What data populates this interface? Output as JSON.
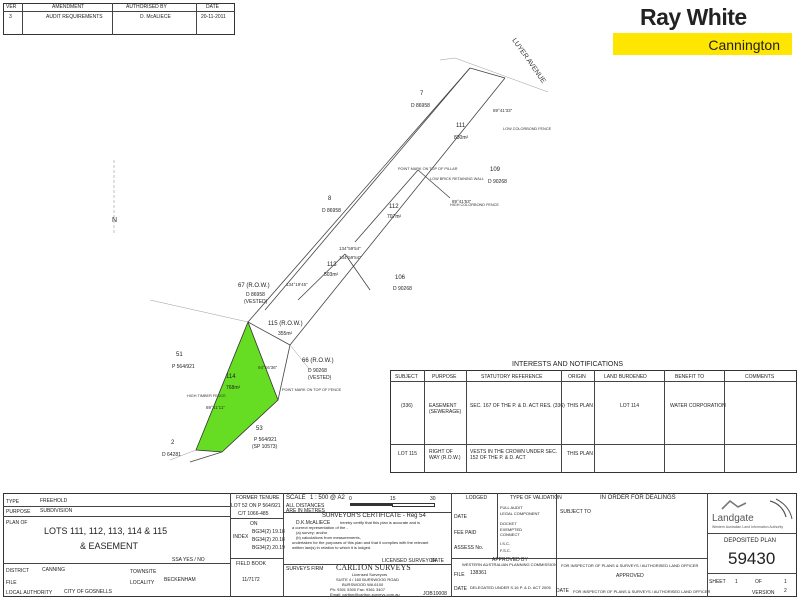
{
  "brand": {
    "name": "Ray White",
    "office": "Cannington",
    "accent": "#ffe600"
  },
  "revision_table": {
    "headers": [
      "VER",
      "AMENDMENT",
      "AUTHORISED BY",
      "DATE"
    ],
    "rows": [
      [
        "3",
        "AUDIT REQUIREMENTS",
        "D. McALIECE",
        "20-11-2011"
      ]
    ]
  },
  "plan": {
    "north": "N",
    "street": "LUYER AVENUE",
    "lots": [
      {
        "num": "7",
        "doc": "D 86958"
      },
      {
        "num": "111",
        "area": "830m²"
      },
      {
        "num": "109",
        "doc": "D 90268"
      },
      {
        "num": "8",
        "doc": "D 86958"
      },
      {
        "num": "112",
        "area": "707m²"
      },
      {
        "num": "113",
        "area": "503m²"
      },
      {
        "num": "106",
        "doc": "D 90268"
      },
      {
        "num": "67 (R.O.W.)",
        "doc": "D 86958",
        "note": "(VESTED)"
      },
      {
        "num": "115 (R.O.W.)",
        "area": "355m²"
      },
      {
        "num": "66 (R.O.W.)",
        "doc": "D 90268",
        "note": "(VESTED)"
      },
      {
        "num": "51",
        "doc": "P 564/921"
      },
      {
        "num": "114",
        "area": "768m²"
      },
      {
        "num": "53",
        "doc": "P 564/921",
        "note": "(SP 10573)"
      },
      {
        "num": "2",
        "doc": "D 64281"
      }
    ],
    "notes": [
      "POINT MARK ON TOP OF PILLAR",
      "LOW BRICK RETAINING WALL",
      "HIGH COLORBOND FENCE",
      "LOW COLORBOND FENCE",
      "HIGH TIMBER FENCE",
      "POINT MARK ON TOP OF FENCE"
    ],
    "bearings": [
      "89°41'33\"",
      "89°41'53\"",
      "134°59'54\"",
      "134°59'54\"",
      "134°19'45\"",
      "94°16'36\"",
      "89°41'11\""
    ]
  },
  "interests": {
    "title": "INTERESTS AND NOTIFICATIONS",
    "headers": [
      "SUBJECT",
      "PURPOSE",
      "STATUTORY REFERENCE",
      "ORIGIN",
      "LAND BURDENED",
      "BENEFIT TO",
      "COMMENTS"
    ],
    "rows": [
      {
        "subject": "(336)",
        "purpose": "EASEMENT (SEWERAGE)",
        "reference": "SEC. 167 OF THE P. & D. ACT RES. (336)",
        "origin": "THIS PLAN",
        "burdened": "LOT 114",
        "benefit": "WATER CORPORATION",
        "comments": ""
      },
      {
        "subject": "LOT 115",
        "purpose": "RIGHT OF WAY (R.O.W.)",
        "reference": "VESTS IN THE CROWN UNDER SEC. 152 OF THE P. & D. ACT",
        "origin": "THIS PLAN",
        "burdened": "",
        "benefit": "",
        "comments": ""
      }
    ]
  },
  "title_block": {
    "type_label": "TYPE",
    "type": "FREEHOLD",
    "purpose_label": "PURPOSE",
    "purpose": "SUBDIVISION",
    "plan_of_label": "PLAN OF",
    "plan_of_line1": "LOTS 111, 112, 113, 114 & 115",
    "plan_of_line2": "& EASEMENT",
    "ssa": "SSA YES / NO",
    "district_label": "DISTRICT",
    "district": "CANNING",
    "file_label": "FILE",
    "local_authority_label": "LOCAL AUTHORITY",
    "local_authority": "CITY OF GOSNELLS",
    "townsite_label": "TOWNSITE",
    "locality_label": "LOCALITY",
    "locality": "BECKENHAM",
    "former_tenure": "FORMER TENURE",
    "former_lot": "LOT 52 ON P 564/921",
    "former_ct": "C/T 1066-485",
    "on_label": "ON",
    "index_label": "INDEX",
    "index_rows": [
      "BG34(2) 19.18",
      "BG34(2) 20.18",
      "BG34(2) 20.19"
    ],
    "field_book": "FIELD BOOK",
    "field_ref": "11/7172",
    "scale_label": "SCALE",
    "scale": "1 : 500 @ A2",
    "scale_note1": "ALL DISTANCES",
    "scale_note2": "ARE IN METRES",
    "scale_ticks": [
      "0",
      "15",
      "30"
    ],
    "certificate_title": "SURVEYOR'S CERTIFICATE - Reg 54",
    "certificate_name": "D.K.McALIECE",
    "certificate_text": [
      "hereby certify that this plan is accurate and is",
      "a correct representation of the -",
      "(a) survey; and/or",
      "(b) calculations from measurements,",
      "undertaken for the purposes of this plan and that it complies with the relevant",
      "written law(s) in relation to which it is lodged."
    ],
    "licensed_surveyor": "LICENSED SURVEYOR",
    "date_label": "DATE",
    "firm_label": "SURVEYS FIRM",
    "firm_name": "CARLTON SURVEYS",
    "firm_sub": "Licensed Surveyors",
    "firm_lines": [
      "SUITE 4 / 160 BURSWOOD ROAD",
      "BURSWOOD WA 6100",
      "Ph: 9301 5300 Fax: 9361 3407",
      "Email: carlton@carlton-surveys.com.au"
    ],
    "job_label": "JOB",
    "job": "10008",
    "lodged_label": "LODGED",
    "date2_label": "DATE",
    "fee_label": "FEE PAID",
    "assessment_label": "ASSESS No.",
    "validation_title": "TYPE OF VALIDATION",
    "validation_items": [
      "FULL AUDIT",
      "LEGAL COMPONENT",
      "DOCKET",
      "EXEMPTED",
      "CONNECT",
      "I.S.C.",
      "F.S.C."
    ],
    "approved_by": "APPROVED BY",
    "wapc": "WESTERN AUSTRALIAN PLANNING COMMISSION",
    "file_no_label": "FILE",
    "file_no": "138361",
    "delegated": "DELEGATED UNDER S.16 P. & D. ACT 2005",
    "orders_title": "IN ORDER FOR DEALINGS",
    "subject_to": "SUBJECT TO",
    "inspector": "FOR INSPECTOR OF PLANS & SURVEYS / AUTHORISED LAND OFFICER",
    "approved": "APPROVED",
    "landgate": "Landgate",
    "landgate_sub": "Western Australian Land Information Authority",
    "deposited_label": "DEPOSITED PLAN",
    "plan_number": "59430",
    "sheet_label": "SHEET",
    "sheet": "1",
    "of_label": "OF",
    "sheets": "1",
    "version_label": "VERSION",
    "version": "2"
  }
}
